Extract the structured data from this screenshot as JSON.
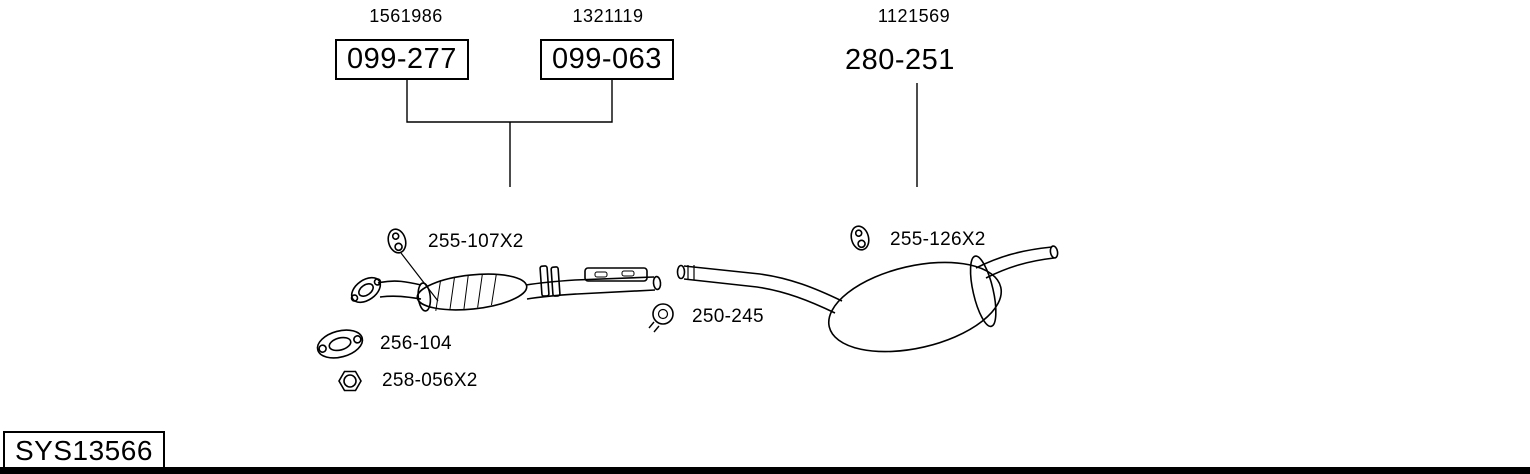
{
  "diagram": {
    "title_refs": {
      "ref1": "1561986",
      "ref2": "1321119",
      "ref3": "1121569"
    },
    "groups": [
      {
        "ref": "1561986",
        "code": "099-277",
        "boxed": true
      },
      {
        "ref": "1321119",
        "code": "099-063",
        "boxed": true
      },
      {
        "ref": "1121569",
        "code": "280-251",
        "boxed": false
      }
    ],
    "parts": [
      {
        "id": "hanger-front",
        "label": "255-107X2"
      },
      {
        "id": "gasket",
        "label": "256-104"
      },
      {
        "id": "nut",
        "label": "258-056X2"
      },
      {
        "id": "clamp",
        "label": "250-245"
      },
      {
        "id": "hanger-rear",
        "label": "255-126X2"
      }
    ],
    "system_id": "SYS13566",
    "colors": {
      "line": "#000000",
      "background": "#ffffff"
    }
  }
}
